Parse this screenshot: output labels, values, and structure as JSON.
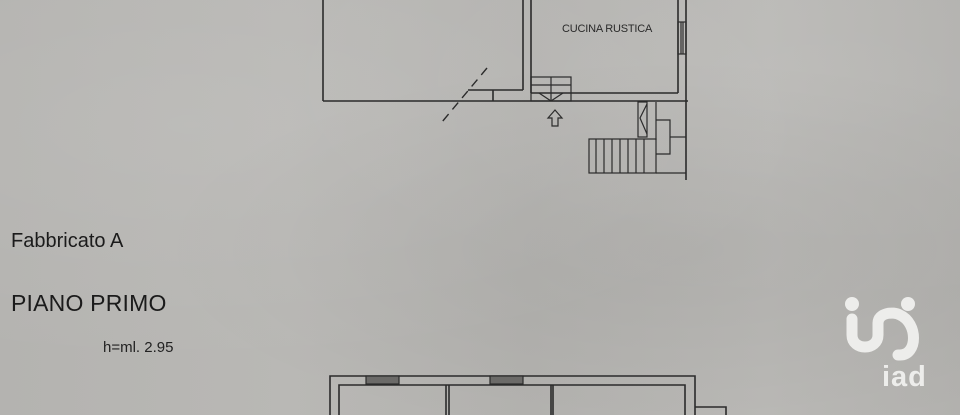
{
  "plan": {
    "room_label": "CUCINA RUSTICA",
    "building": "Fabbricato A",
    "floor": "PIANO PRIMO",
    "ceiling_height": "h=ml. 2.95",
    "entrance_marker": "arrow-up-icon"
  },
  "watermark": {
    "brand": "iad",
    "logo_color": "#ededeb"
  },
  "colors": {
    "paper": "#b6b5b2",
    "lines": "#2b2b2b"
  }
}
